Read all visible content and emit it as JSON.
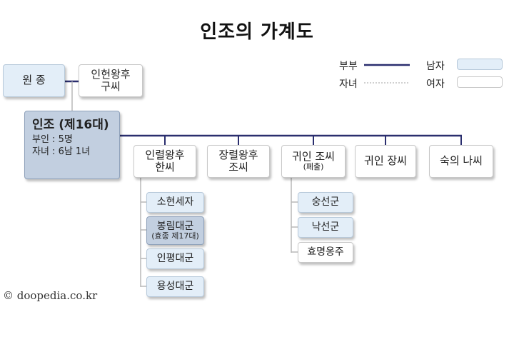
{
  "title": "인조의 가계도",
  "legend": {
    "spouse": "부부",
    "children": "자녀",
    "male": "남자",
    "female": "여자"
  },
  "colors": {
    "spouse_line": "#2a2e6e",
    "child_line": "#b8b8b8",
    "male_fill": "#e3eef8",
    "female_fill": "#ffffff",
    "highlight_fill": "#c2cfe0"
  },
  "father": {
    "name": "원 종"
  },
  "mother": {
    "line1": "인헌왕후",
    "line2": "구씨"
  },
  "main": {
    "name": "인조 (제16대)",
    "spouses": "부인 : 5명",
    "children": "자녀 : 6남 1녀"
  },
  "wives": [
    {
      "line1": "인렬왕후",
      "line2": "한씨"
    },
    {
      "line1": "장렬왕후",
      "line2": "조씨"
    },
    {
      "line1": "귀인 조씨",
      "line2": "(폐출)"
    },
    {
      "line1": "귀인 장씨"
    },
    {
      "line1": "숙의 나씨"
    }
  ],
  "children_a": [
    {
      "name": "소현세자"
    },
    {
      "name": "봉림대군",
      "sub": "(효종 제17대)"
    },
    {
      "name": "인평대군"
    },
    {
      "name": "용성대군"
    }
  ],
  "children_b": [
    {
      "name": "숭선군"
    },
    {
      "name": "낙선군"
    },
    {
      "name": "효명옹주"
    }
  ],
  "credit": "© doopedia.co.kr"
}
